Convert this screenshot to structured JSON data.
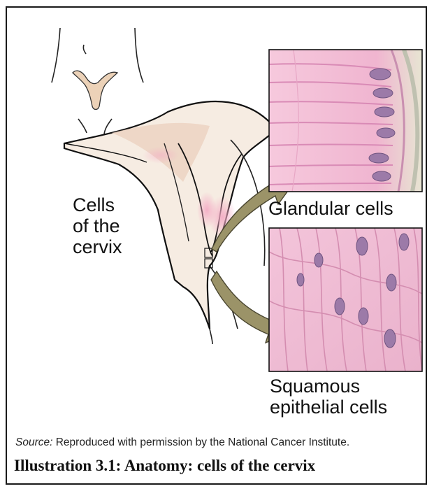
{
  "labels": {
    "cells_of_cervix": [
      "Cells",
      "of the",
      "cervix"
    ],
    "glandular": "Glandular cells",
    "squamous": [
      "Squamous",
      "epithelial cells"
    ]
  },
  "source": {
    "prefix": "Source:",
    "text": " Reproduced with permission by the National Cancer Institute."
  },
  "caption": "Illustration 3.1: Anatomy: cells of the cervix",
  "colors": {
    "tissue_pink": "#f2c6dc",
    "cell_membrane": "#d98bb6",
    "nucleus": "#8a6d9e",
    "arrow": "#9b9368",
    "body_tone": "#f3e3d0",
    "accent_pink": "#f4b6cc"
  }
}
